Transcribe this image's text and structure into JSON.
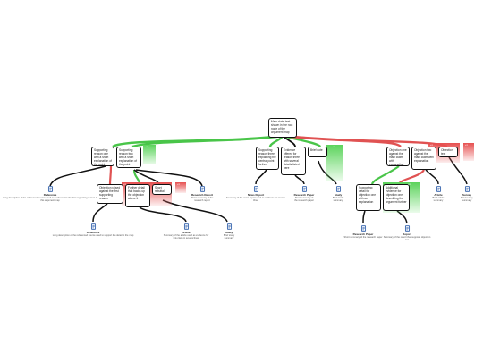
{
  "colors": {
    "support": "#49c549",
    "oppose": "#e05252",
    "neutral": "#111111",
    "source_icon": "#2a5ba8"
  },
  "icons": {
    "source": "document-icon"
  },
  "claims": {
    "root": "Main claim text shown in the root node of the argument map",
    "a": "Supporting reason one with a short explanation of the point",
    "b": "Supporting reason two with a short explanation of the point",
    "c": "Objection raised against the first supporting reason",
    "d": "Further detail that backs up the objection above it",
    "e": "Short rebuttal",
    "f": "Supporting reason three explaining the central point further",
    "g": "Evidence offered for reason three with several details listed here",
    "h": "Brief note",
    "i": "Objection one against the main claim with explanation",
    "j": "Objection two against the main claim with explanation",
    "k": "Objection text",
    "l": "Supporting detail for objection one with an explanation",
    "m": "Additional evidence for objection one describing the argument further"
  },
  "votes": {
    "a": "+1",
    "c": "+1",
    "f": "+1",
    "h": "+1",
    "i": "+1",
    "k": "+1",
    "l": "+1"
  },
  "sources": [
    {
      "title": "Reference",
      "text": "Long description of the referenced source used as evidence for the first supporting reason in this argument map"
    },
    {
      "title": "Research Report",
      "text": "Short summary of the research report"
    },
    {
      "title": "Reference",
      "text": "Long description of the referenced source used to support the detail in the map"
    },
    {
      "title": "Article",
      "text": "Summary of the article used as evidence for this claim in several lines"
    },
    {
      "title": "Study",
      "text": "Brief study summary"
    },
    {
      "title": "News Report",
      "text": "Summary of the news report used as evidence for reason three"
    },
    {
      "title": "Research Paper",
      "text": "Short summary of the research paper"
    },
    {
      "title": "Study",
      "text": "Brief study summary"
    },
    {
      "title": "Research Paper",
      "text": "Short summary of the research paper"
    },
    {
      "title": "Article",
      "text": "Brief article summary"
    },
    {
      "title": "Report",
      "text": "Summary of the report that supports objection one"
    },
    {
      "title": "Survey",
      "text": "Brief survey summary"
    }
  ]
}
